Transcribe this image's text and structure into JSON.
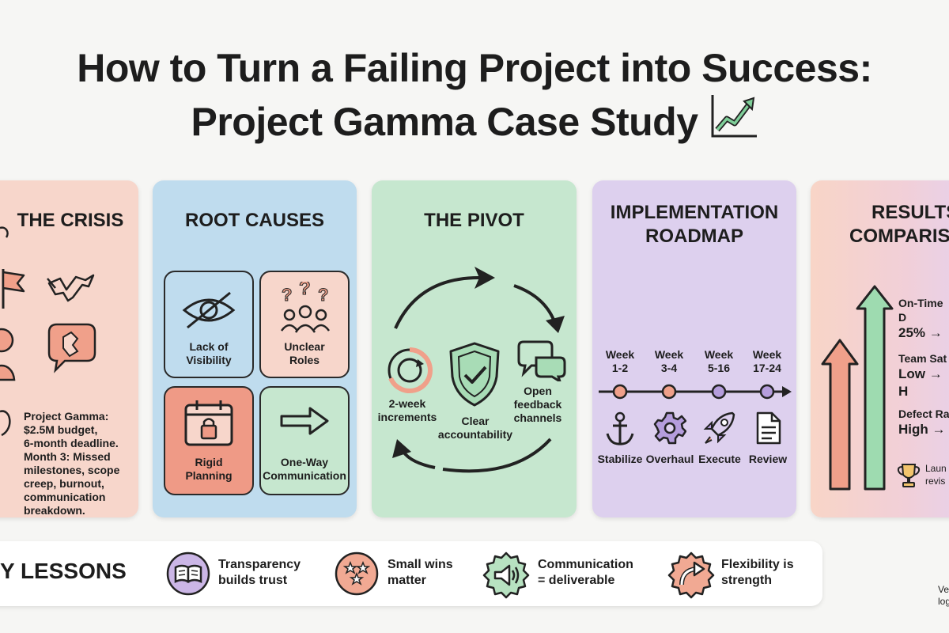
{
  "title": {
    "line1": "How to Turn a Failing Project into Success:",
    "line2": "Project Gamma Case Study"
  },
  "crisis": {
    "title": "THE CRISIS",
    "body": "Project Gamma: $2.5M budget, 6-month deadline. Month 3: Missed milestones, scope creep, burnout, communication breakdown.",
    "body_lines": [
      "Project Gamma:",
      "$2.5M budget,",
      "6-month deadline.",
      "Month 3: Missed",
      "milestones, scope",
      "creep, burnout,",
      "communication",
      "breakdown."
    ]
  },
  "root_causes": {
    "title": "ROOT CAUSES",
    "items": [
      {
        "line1": "Lack of",
        "line2": "Visibility",
        "icon": "crossed-eye-icon"
      },
      {
        "line1": "Unclear",
        "line2": "Roles",
        "icon": "confused-team-icon"
      },
      {
        "line1": "Rigid",
        "line2": "Planning",
        "icon": "locked-calendar-icon"
      },
      {
        "line1": "One-Way",
        "line2": "Communication",
        "icon": "right-arrow-icon"
      }
    ]
  },
  "pivot": {
    "title": "THE PIVOT",
    "items": [
      {
        "line1": "2-week",
        "line2": "increments",
        "icon": "cycle-icon"
      },
      {
        "line1": "Clear",
        "line2": "accountability",
        "icon": "shield-check-icon"
      },
      {
        "line1": "Open",
        "line2": "feedback",
        "line3": "channels",
        "icon": "chat-bubbles-icon"
      }
    ]
  },
  "roadmap": {
    "title_line1": "IMPLEMENTATION",
    "title_line2": "ROADMAP",
    "phases": [
      {
        "week1": "Week",
        "week2": "1-2",
        "label": "Stabilize",
        "icon": "anchor-icon",
        "color": "#f0a08a"
      },
      {
        "week1": "Week",
        "week2": "3-4",
        "label": "Overhaul",
        "icon": "gear-icon",
        "color": "#f0a08a"
      },
      {
        "week1": "Week",
        "week2": "5-16",
        "label": "Execute",
        "icon": "rocket-icon",
        "color": "#b59ddc"
      },
      {
        "week1": "Week",
        "week2": "17-24",
        "label": "Review",
        "icon": "document-icon",
        "color": "#b59ddc"
      }
    ]
  },
  "results": {
    "title_line1": "RESULTS",
    "title_line2": "COMPARIS",
    "items": [
      {
        "line1": "On-Time D",
        "line2": "25% →"
      },
      {
        "line1": "Team Sat",
        "line2": "Low → H"
      },
      {
        "line1": "Defect Ra",
        "line2": "High →"
      }
    ],
    "footer_line1": "Laun",
    "footer_line2": "revis"
  },
  "lessons": {
    "title": "Y LESSONS",
    "items": [
      {
        "line1": "Transparency",
        "line2": "builds trust",
        "icon": "book-icon",
        "color": "#cbb6e6"
      },
      {
        "line1": "Small wins",
        "line2": "matter",
        "icon": "stars-icon",
        "color": "#f1a993"
      },
      {
        "line1": "Communication",
        "line2": "= deliverable",
        "icon": "megaphone-icon",
        "color": "#b7e2c1"
      },
      {
        "line1": "Flexibility is",
        "line2": "strength",
        "icon": "curved-arrow-icon",
        "color": "#f1a993"
      }
    ]
  },
  "corner_note": {
    "line1": "Ve",
    "line2": "log"
  },
  "colors": {
    "coral": "#f0a08a",
    "green": "#7fcf99",
    "purple": "#b59ddc",
    "blue": "#bfdcee"
  }
}
